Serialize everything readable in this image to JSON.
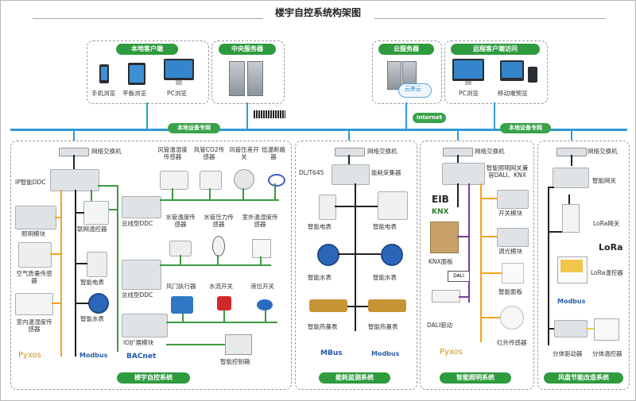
{
  "title": "楼宇自控系统构架图",
  "top_groups": {
    "local_client": {
      "header": "本地客户端",
      "labels": [
        "手机浏览",
        "平板浏览",
        "PC浏览"
      ]
    },
    "central_server": {
      "header": "中央服务器"
    },
    "cloud_server": {
      "header": "云服务器",
      "logo": "云景云"
    },
    "remote_client": {
      "header": "远程客户端访问",
      "labels": [
        "PC浏览",
        "移动端预览"
      ]
    }
  },
  "network": {
    "local_private_net_left": "本地设备专网",
    "internet": "Internet",
    "local_private_net_right": "本地设备专网"
  },
  "switch_label": "网络交换机",
  "bas": {
    "footer": "楼宇自控系统",
    "ip_ddc": "IP智能DDC",
    "left_devices": [
      "照明模块",
      "空气质量传感器",
      "室内温湿度传感器"
    ],
    "pyxos": "Pyxos",
    "modbus": "Modbus",
    "center_devices": [
      "联网温控器",
      "智能电表",
      "智能水表"
    ],
    "bus_ddc_1": "总线型DDC",
    "bus_ddc_2": "总线型DDC",
    "io_module": "IO扩展模块",
    "bacnet": "BACnet",
    "sensor_row1": [
      "风管温湿度传感器",
      "风管CO2传感器",
      "风管压差开关",
      "低温断路器"
    ],
    "sensor_row2": [
      "水管温度传感器",
      "水管压力传感器",
      "室外温湿度传感器"
    ],
    "sensor_row3": [
      "风门执行器",
      "水流开关",
      "液位开关"
    ],
    "control_cabinet": "智能控制箱"
  },
  "energy": {
    "footer": "能耗监测系统",
    "protocol": "DL/T645",
    "collector": "能耗采集器",
    "devices": [
      "智能电表",
      "智能电表",
      "智能水表",
      "智能水表",
      "智能热量表",
      "智能热量表"
    ],
    "mbus": "MBus",
    "modbus": "Modbus"
  },
  "lighting": {
    "footer": "智能照明系统",
    "gateway": "智能照明网关兼容DALI、KNX",
    "eib": "EIB",
    "knx": "KNX",
    "knx_panel": "KNX面板",
    "dali": "DALI",
    "dali_driver": "DALI驱动",
    "pyxos": "Pyxos",
    "modules": [
      "开关模块",
      "调光模块",
      "智能面板",
      "红外传感器"
    ]
  },
  "fcu": {
    "footer": "风盘节能改造系统",
    "gateway": "智能网关",
    "lora_gateway": "LoRa网关",
    "lora_logo": "LoRa",
    "lora_thermostat": "LoRa温控器",
    "modbus": "Modbus",
    "split_driver": "分体驱动器",
    "split_thermostat": "分体温控器"
  },
  "colors": {
    "bus_blue": "#2f9bd6",
    "header_green": "#2f9b3f",
    "line_orange": "#f2a51c",
    "line_green": "#3a9b3f",
    "line_black": "#222222",
    "line_purple": "#7b3a9e"
  }
}
